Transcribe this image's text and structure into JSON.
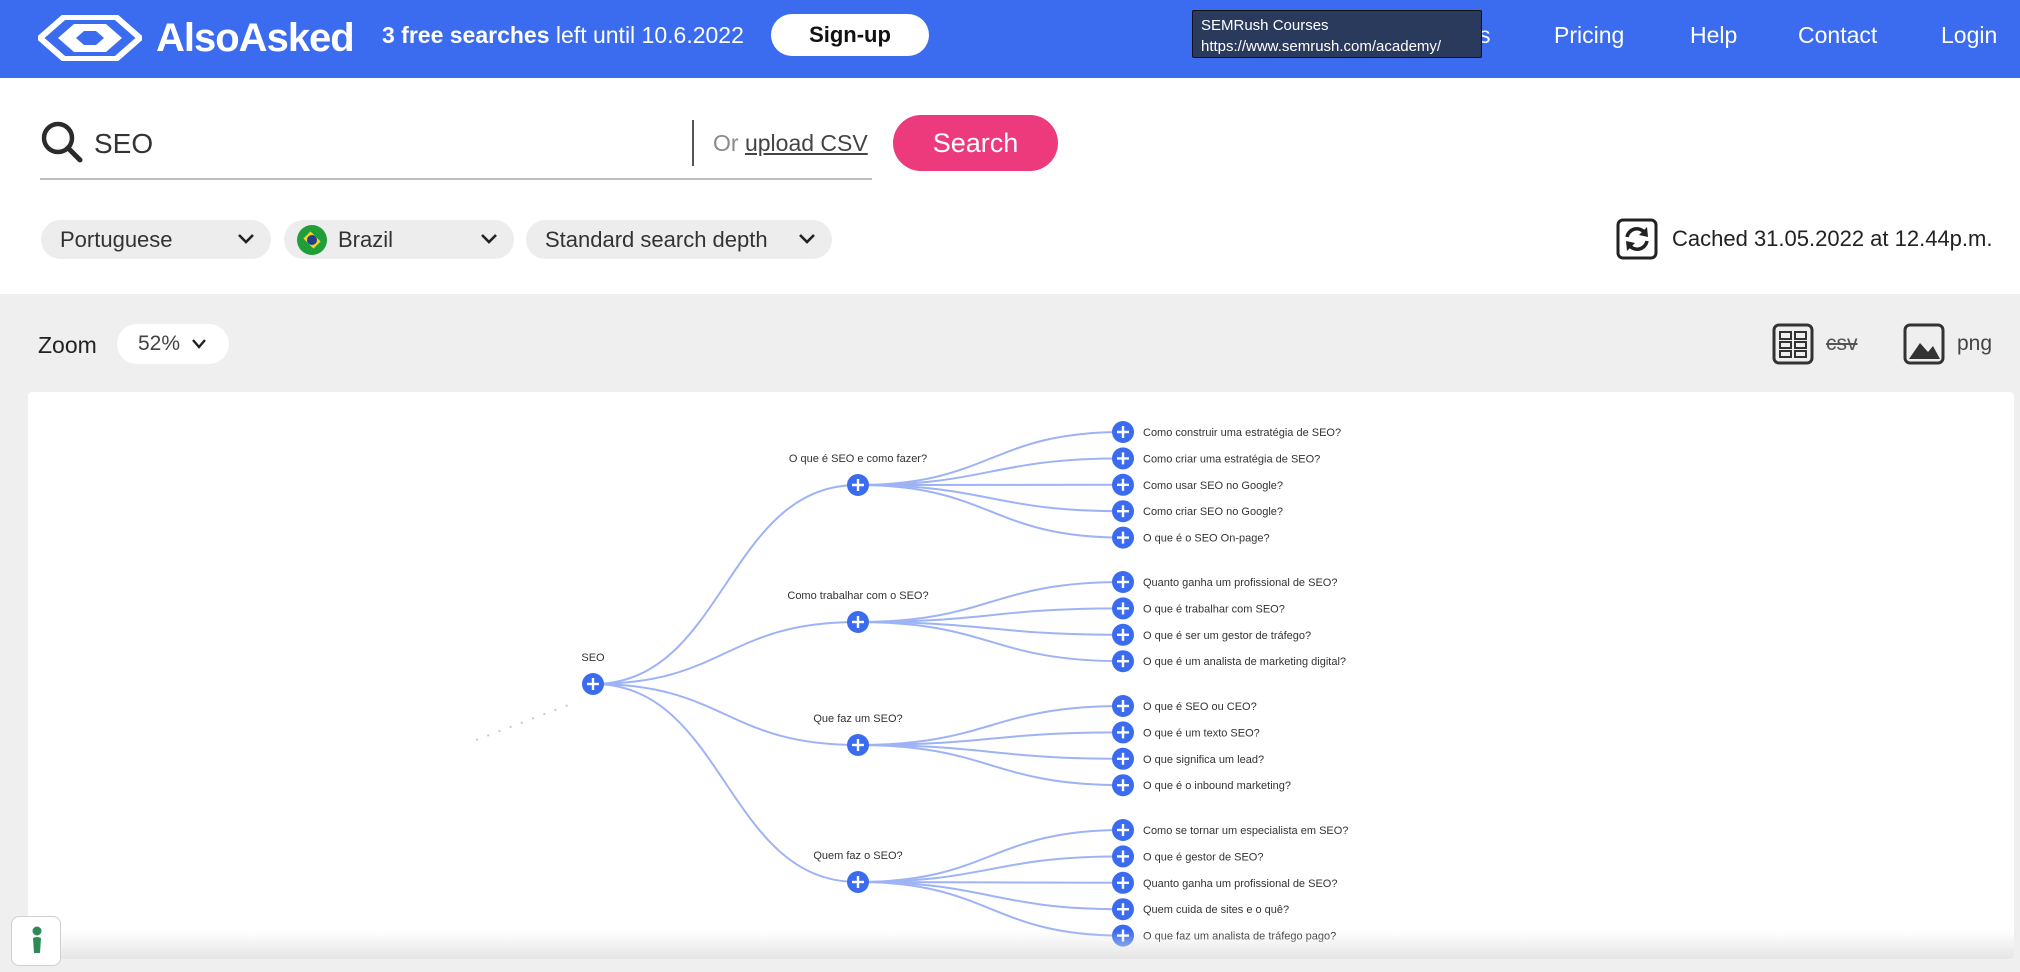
{
  "header": {
    "logo_text": "AlsoAsked",
    "free_searches_bold": "3 free searches",
    "free_searches_rest": " left until 10.6.2022",
    "signup_label": "Sign-up",
    "nav": [
      "s",
      "Pricing",
      "Help",
      "Contact",
      "Login"
    ],
    "tooltip_line1": "SEMRush Courses",
    "tooltip_line2": "https://www.semrush.com/academy/"
  },
  "search": {
    "query": "SEO",
    "or_text": "Or ",
    "upload_link": "upload CSV",
    "button_label": "Search"
  },
  "filters": {
    "language": "Portuguese",
    "country": "Brazil",
    "depth": "Standard search depth"
  },
  "cached_text": "Cached 31.05.2022 at 12.44p.m.",
  "toolbar": {
    "zoom_label": "Zoom",
    "zoom_value": "52%",
    "csv_label": "csv",
    "png_label": "png"
  },
  "tree": {
    "root": "SEO",
    "branches": [
      {
        "label": "O que é SEO e como fazer?",
        "children": [
          "Como construir uma estratégia de SEO?",
          "Como criar uma estratégia de SEO?",
          "Como usar SEO no Google?",
          "Como criar SEO no Google?",
          "O que é o SEO On-page?"
        ]
      },
      {
        "label": "Como trabalhar com o SEO?",
        "children": [
          "Quanto ganha um profissional de SEO?",
          "O que é trabalhar com SEO?",
          "O que é ser um gestor de tráfego?",
          "O que é um analista de marketing digital?"
        ]
      },
      {
        "label": "Que faz um SEO?",
        "children": [
          "O que é SEO ou CEO?",
          "O que é um texto SEO?",
          "O que significa um lead?",
          "O que é o inbound marketing?"
        ]
      },
      {
        "label": "Quem faz o SEO?",
        "children": [
          "Como se tornar um especialista em SEO?",
          "O que é gestor de SEO?",
          "Quanto ganha um profissional de SEO?",
          "Quem cuida de sites e o quê?",
          "O que faz um analista de tráfego pago?"
        ]
      }
    ]
  },
  "colors": {
    "brand_blue": "#3b6cf0",
    "search_pink": "#ec3a7c",
    "node_blue": "#3b6cf0",
    "link_blue": "#9db3f5"
  }
}
